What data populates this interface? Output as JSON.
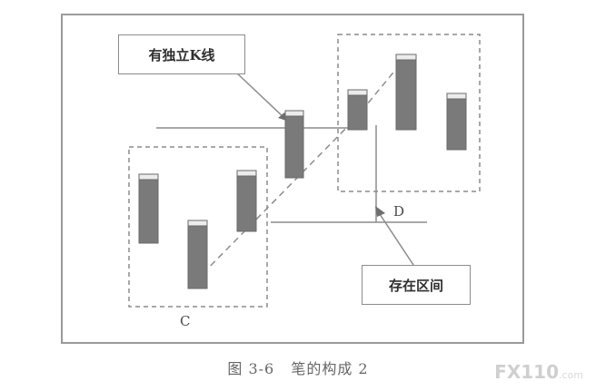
{
  "diagram": {
    "callout_standalone_k": "有独立K线",
    "callout_range": "存在区间",
    "label_c": "C",
    "label_d": "D",
    "caption_figure": "图 3-6",
    "caption_title": "笔的构成 2"
  },
  "watermark": {
    "brand": "FX110",
    "domain": ".com"
  },
  "colors": {
    "candle_fill": "#7a7a7a",
    "candle_highlight": "#ececec",
    "line": "#8c8c8c",
    "frame": "#9a9a9a"
  }
}
